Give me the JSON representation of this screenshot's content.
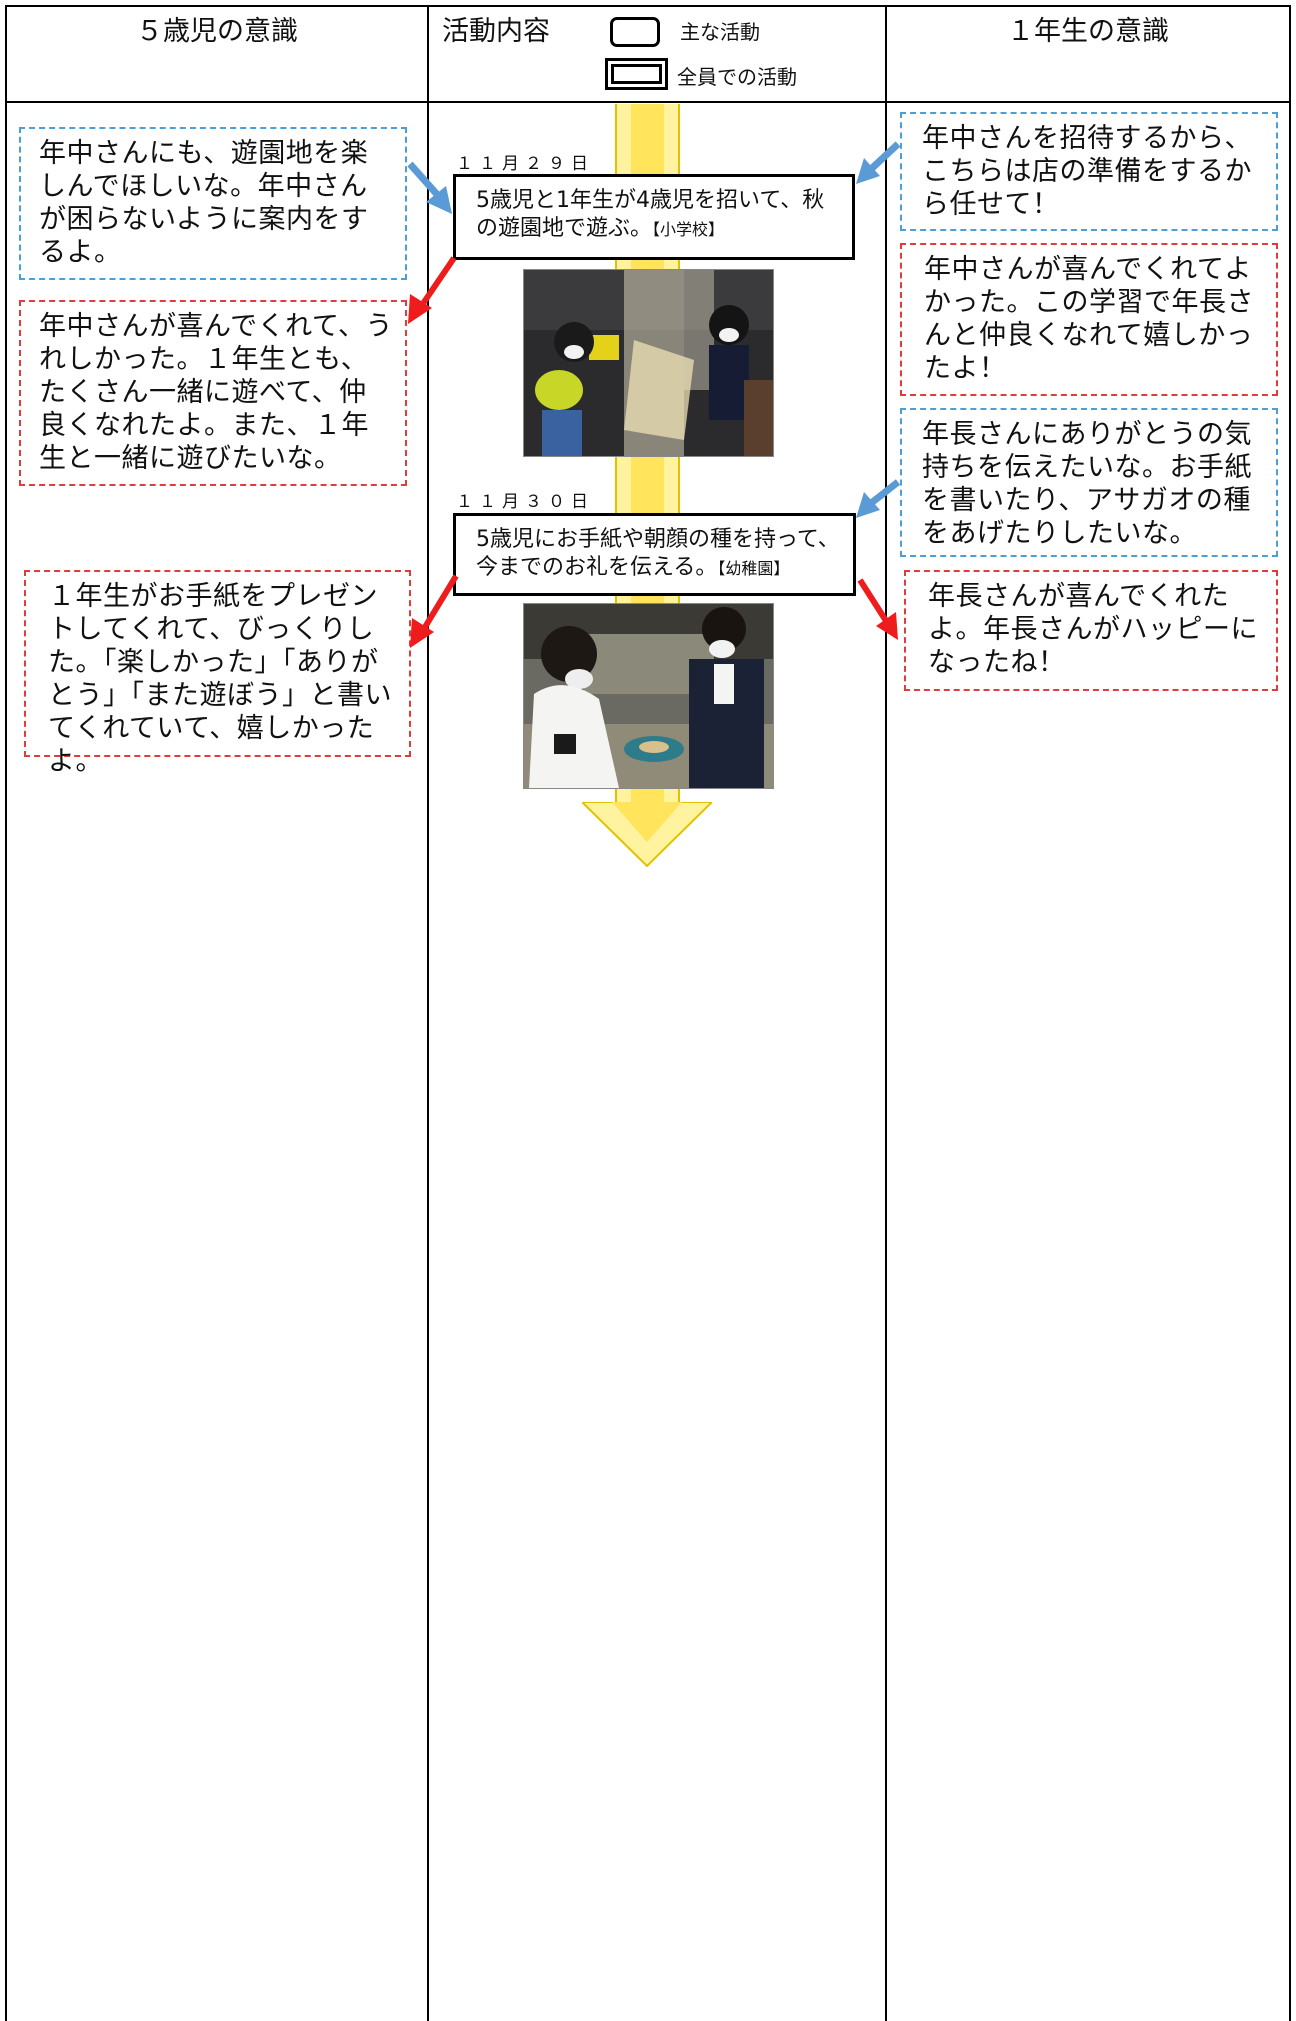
{
  "header": {
    "left_title": "５歳児の意識",
    "center_title": "活動内容",
    "right_title": "１年生の意識",
    "legend_main": "主な活動",
    "legend_all": "全員での活動"
  },
  "left_column": [
    {
      "type": "expectation",
      "text": "年中さんにも、遊園地を楽しんでほしいな。年中さんが困らないように案内をするよ。"
    },
    {
      "type": "reflection",
      "text": "年中さんが喜んでくれて、うれしかった。１年生とも、たくさん一緒に遊べて、仲良くなれたよ。また、１年生と一緒に遊びたいな。"
    },
    {
      "type": "reflection",
      "text": "１年生がお手紙をプレゼントしてくれて、びっくりした。「楽しかった」「ありがとう」「また遊ぼう」と書いてくれていて、嬉しかったよ。"
    }
  ],
  "activities": [
    {
      "date": "１１月２９日",
      "text": "5歳児と1年生が4歳児を招いて、秋の遊園地で遊ぶ。",
      "tag": "【小学校】",
      "photo_icon": "photo-playground-icon"
    },
    {
      "date": "１１月３０日",
      "text": "5歳児にお手紙や朝顔の種を持って、今までのお礼を伝える。",
      "tag": "【幼稚園】",
      "photo_icon": "photo-letter-exchange-icon"
    }
  ],
  "right_column": [
    {
      "type": "expectation",
      "text": "年中さんを招待するから、こちらは店の準備をするから任せて！"
    },
    {
      "type": "reflection",
      "text": "年中さんが喜んでくれてよかった。この学習で年長さんと仲良くなれて嬉しかったよ！"
    },
    {
      "type": "expectation",
      "text": "年長さんにありがとうの気持ちを伝えたいな。お手紙を書いたり、アサガオの種をあげたりしたいな。"
    },
    {
      "type": "reflection",
      "text": "年長さんが喜んでくれたよ。年長さんがハッピーになったね！"
    }
  ],
  "colors": {
    "expectation_border": "#4a9fd6",
    "reflection_border": "#e23b3b",
    "expectation_arrow": "#5b9bd5",
    "reflection_arrow": "#ee1c1c",
    "flow_arrow": "#ffe45c"
  }
}
